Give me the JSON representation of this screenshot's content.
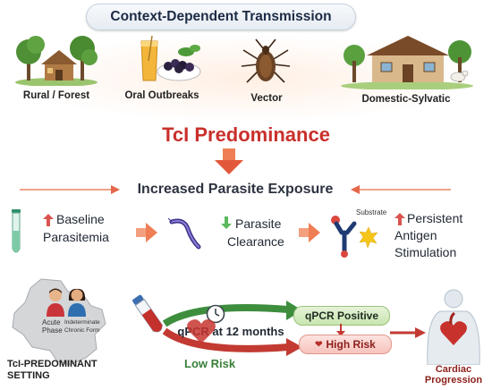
{
  "title": "Context-Dependent Transmission",
  "scenes": [
    {
      "label": "Rural / Forest",
      "icon": "forest-hut-icon"
    },
    {
      "label": "Oral Outbreaks",
      "icon": "juice-berries-icon"
    },
    {
      "label": "Vector",
      "icon": "triatomine-bug-icon"
    },
    {
      "label": "Domestic-Sylvatic",
      "icon": "farmhouse-icon"
    }
  ],
  "predominance": "TcI Predominance",
  "exposure": "Increased Parasite Exposure",
  "steps": {
    "baseline": {
      "line1": "Baseline",
      "line2": "Parasitemia"
    },
    "clearance": {
      "line1": "Parasite",
      "line2": "Clearance"
    },
    "substrate": "Substrate",
    "antigen": {
      "line1": "Persistent",
      "line2": "Antigen",
      "line3": "Stimulation"
    }
  },
  "bottom": {
    "phase_acute_1": "Acute",
    "phase_acute_2": "Phase",
    "phase_chronic_1": "Indeterminate",
    "phase_chronic_2": "Chronic Form",
    "setting_1": "TcI-PREDOMINANT",
    "setting_2": "SETTING",
    "qpcr_time": "qPCR at 12 months",
    "qpcr_positive": "qPCR Positive",
    "high_risk": "High Risk",
    "low_risk": "Low Risk",
    "cardiac_1": "Cardiac",
    "cardiac_2": "Progression"
  },
  "colors": {
    "title_text": "#1c2b45",
    "tcl_red": "#c9302c",
    "arrow_up_red": "#d9534f",
    "arrow_down_green": "#5cb85c",
    "flow_orange": "#ef7e55",
    "green_arrow": "#3e8e3e",
    "red_arrow": "#c23a32"
  }
}
